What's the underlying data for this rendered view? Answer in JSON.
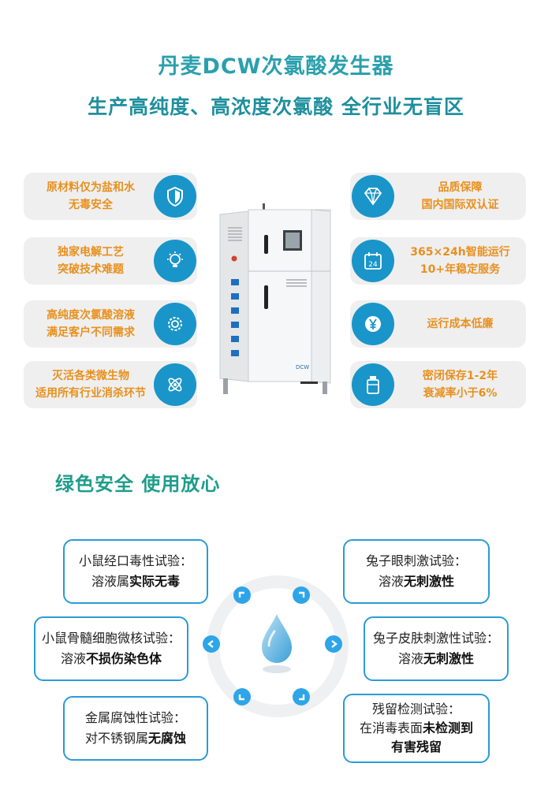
{
  "header": {
    "title": "丹麦DCW次氯酸发生器",
    "subtitle": "生产高纯度、高浓度次氯酸  全行业无盲区"
  },
  "features_left": [
    {
      "line1": "原材料仅为盐和水",
      "line2": "无毒安全",
      "icon": "shield-icon"
    },
    {
      "line1": "独家电解工艺",
      "line2": "突破技术难题",
      "icon": "lightbulb-gear-icon"
    },
    {
      "line1": "高纯度次氯酸溶液",
      "line2": "满足客户不同需求",
      "icon": "gear-icon"
    },
    {
      "line1": "灭活各类微生物",
      "line2": "适用所有行业消杀环节",
      "icon": "atom-icon"
    }
  ],
  "features_right": [
    {
      "line1": "品质保障",
      "line2": "国内国际双认证",
      "icon": "diamond-icon"
    },
    {
      "line1": "365×24h智能运行",
      "line2": "10+年稳定服务",
      "icon": "calendar-24-icon",
      "icon_text": "24"
    },
    {
      "line1": "运行成本低廉",
      "line2": "",
      "icon": "yen-icon"
    },
    {
      "line1": "密闭保存1-2年",
      "line2": "衰减率小于6%",
      "icon": "bottle-icon"
    }
  ],
  "machine": {
    "brand": "DCW",
    "icon": "generator-machine-image"
  },
  "safety": {
    "heading": "绿色安全  使用放心",
    "tests": [
      {
        "label": "小鼠经口毒性试验：",
        "prefix": "溶液属",
        "result": "实际无毒"
      },
      {
        "label": "小鼠骨髓细胞微核试验：",
        "prefix": "溶液",
        "result": "不损伤染色体"
      },
      {
        "label": "金属腐蚀性试验：",
        "prefix": "对不锈钢属",
        "result": "无腐蚀"
      },
      {
        "label": "兔子眼刺激试验：",
        "prefix": "溶液",
        "result": "无刺激性"
      },
      {
        "label": "兔子皮肤刺激性试验：",
        "prefix": "溶液",
        "result": "无刺激性"
      },
      {
        "label": "残留检测试验：",
        "prefix": "在消毒表面",
        "result": "未检测到",
        "result2": "有害残留"
      }
    ],
    "center_icon": "water-drop-icon"
  },
  "colors": {
    "accent": "#1a95c9",
    "orange": "#e8901e",
    "teal": "#2aa0ad",
    "card_bg": "#efefef",
    "border": "#2a9bd6"
  }
}
